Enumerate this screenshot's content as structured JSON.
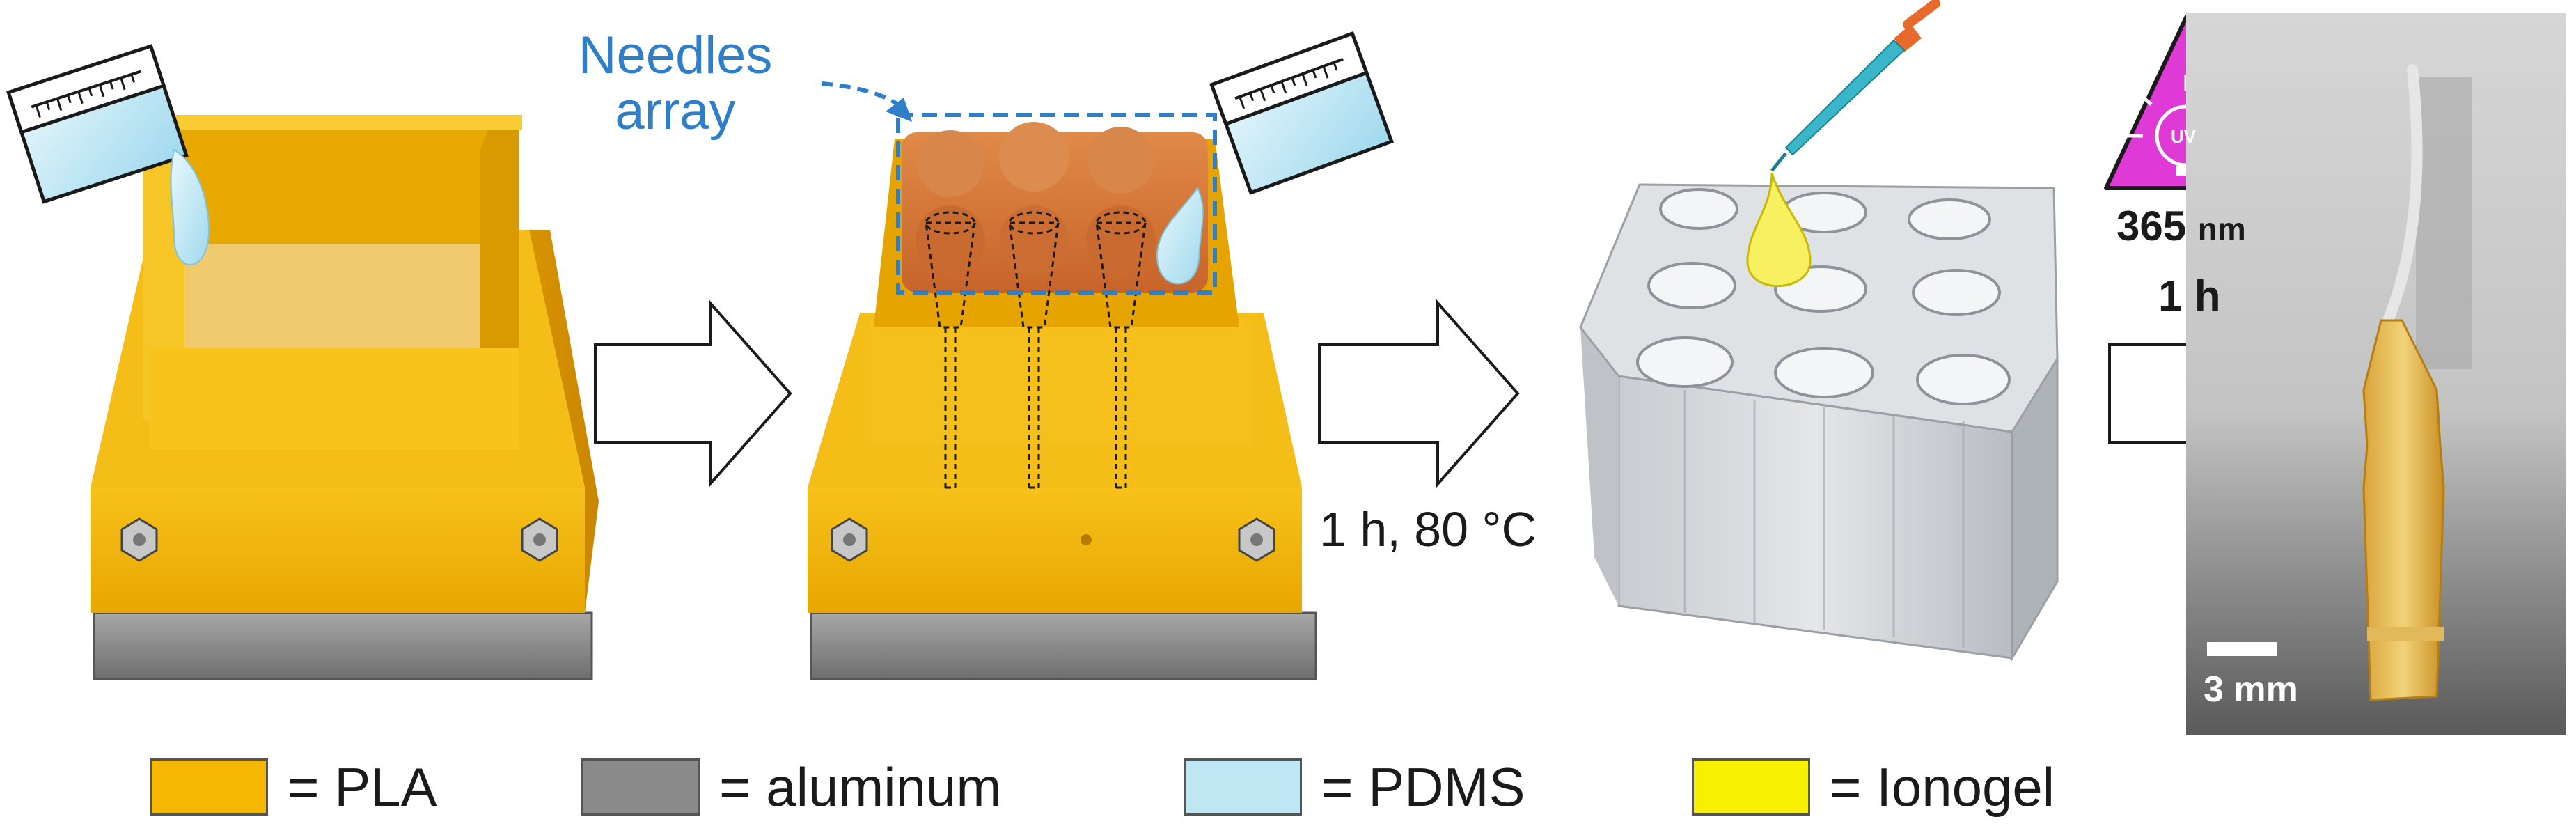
{
  "labels": {
    "needles_line1": "Needles",
    "needles_line2": "array",
    "curing": "1 h, 80 °C",
    "uv_badge": "UV",
    "wavelength_value": "365",
    "wavelength_unit": "nm",
    "uv_time": "1 h",
    "scale_bar": "3 mm"
  },
  "legend": [
    {
      "text": "= PLA",
      "color": "#f5b700"
    },
    {
      "text": "= aluminum",
      "color": "#8a8a8a"
    },
    {
      "text": "= PDMS",
      "color": "#bfe6f3"
    },
    {
      "text": "= Ionogel",
      "color": "#f7f000"
    }
  ],
  "colors": {
    "pla": "#f5b700",
    "aluminum": "#8a8a8a",
    "pdms": "#bfe6f3",
    "ionogel": "#f7f000",
    "annotation": "#2f7ec9",
    "uv_warning": "#e03ad6"
  }
}
